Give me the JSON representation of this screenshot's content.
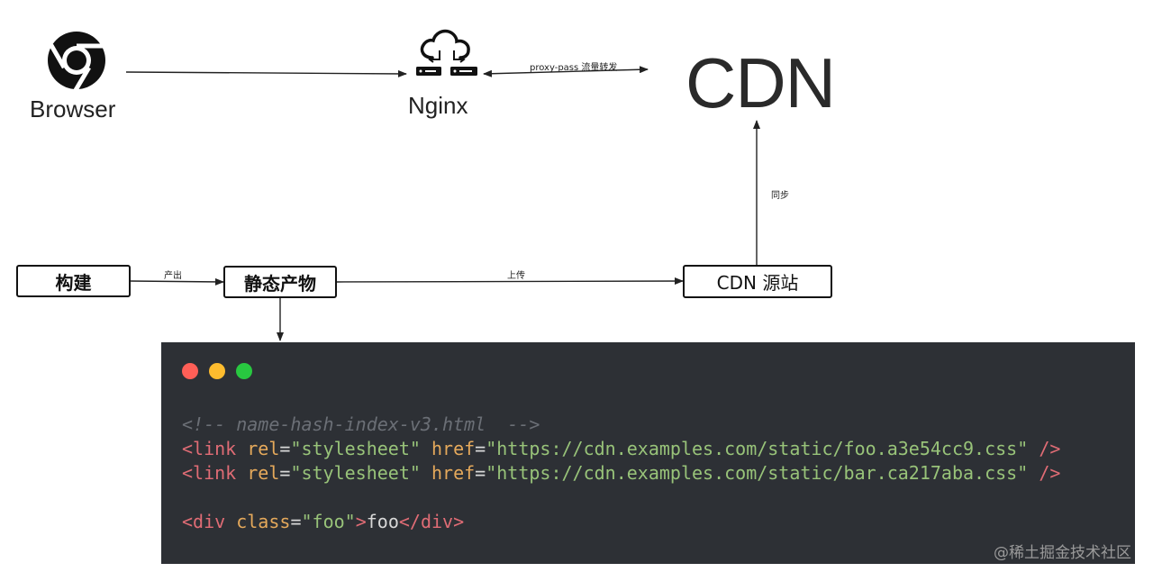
{
  "nodes": {
    "browser_label": "Browser",
    "nginx_label": "Nginx",
    "cdn_title": "CDN",
    "build": "构建",
    "static_assets": "静态产物",
    "cdn_origin": "CDN 源站"
  },
  "edges": {
    "proxy_pass": "proxy-pass 流量转发",
    "sync": "同步",
    "produce": "产出",
    "upload": "上传"
  },
  "code": {
    "comment": "<!-- name-hash-index-v3.html  -->",
    "link1": {
      "tag_open": "<link",
      "rel_attr": "rel",
      "rel_val": "\"stylesheet\"",
      "href_attr": "href",
      "href_val": "\"https://cdn.examples.com/static/foo.a3e54cc9.css\"",
      "tag_close": "/>"
    },
    "link2": {
      "tag_open": "<link",
      "rel_attr": "rel",
      "rel_val": "\"stylesheet\"",
      "href_attr": "href",
      "href_val": "\"https://cdn.examples.com/static/bar.ca217aba.css\"",
      "tag_close": "/>"
    },
    "div": {
      "tag_open": "<div",
      "class_attr": "class",
      "class_val": "\"foo\"",
      "gt": ">",
      "text": "foo",
      "tag_close": "</div>"
    }
  },
  "watermark": "@稀土掘金技术社区",
  "colors": {
    "panel_bg": "#2d3035",
    "dot_red": "#ff5f57",
    "dot_yellow": "#febc2e",
    "dot_green": "#28c840",
    "tag": "#e06c75",
    "attr": "#e5a95b",
    "string": "#98c379",
    "comment": "#6b6f76"
  },
  "icons": [
    "chrome-browser-icon",
    "nginx-cloud-server-icon"
  ]
}
